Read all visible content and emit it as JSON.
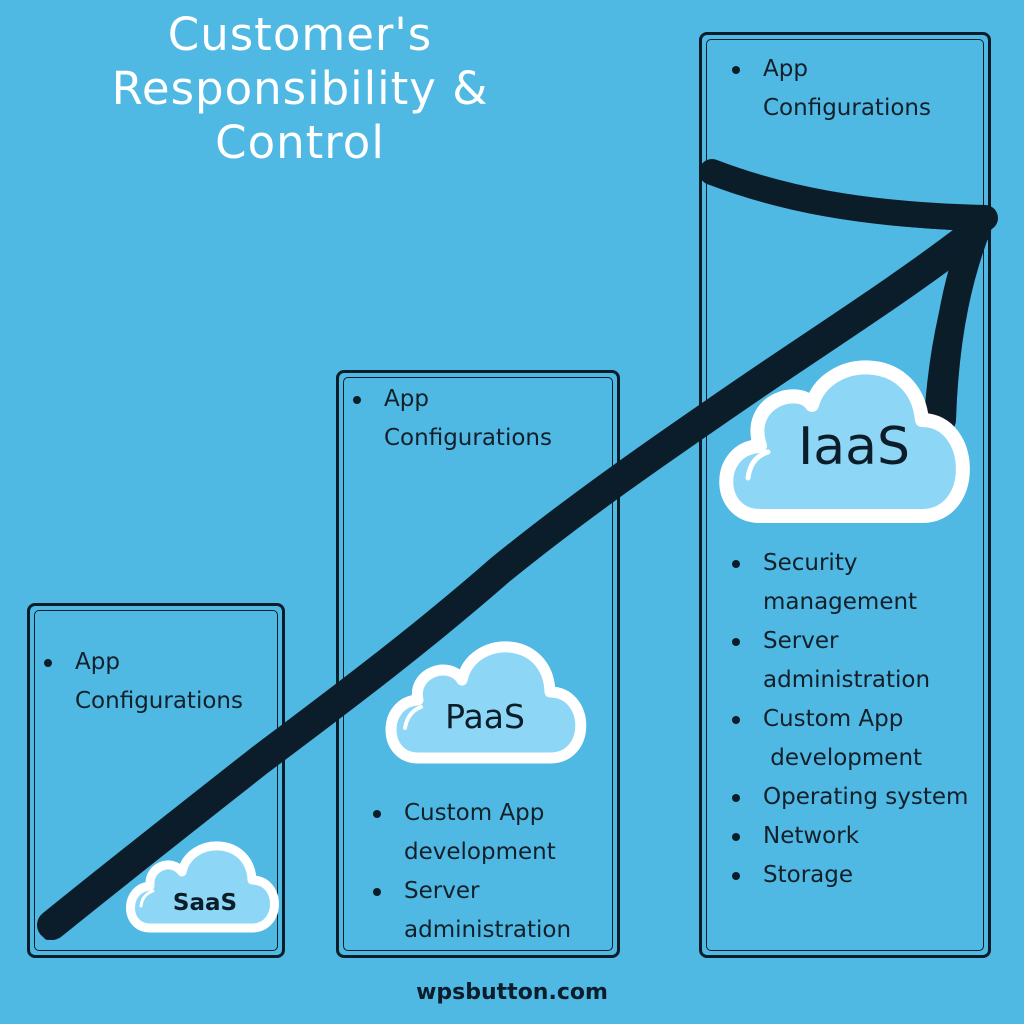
{
  "title": {
    "line1": "Customer's",
    "line2": "Responsibility &",
    "line3": "Control"
  },
  "saas": {
    "label": "SaaS",
    "top_items": [
      "App",
      "Configurations"
    ]
  },
  "paas": {
    "label": "PaaS",
    "top_items": [
      "App",
      "Configurations"
    ],
    "bottom_items": [
      "Custom App",
      "development",
      "Server",
      "administration"
    ]
  },
  "iaas": {
    "label": "IaaS",
    "top_items": [
      "App",
      "Configurations"
    ],
    "bottom_items": [
      "Security",
      "management",
      "Server",
      "administration",
      "Custom App",
      " development",
      "Operating system",
      "Network",
      "Storage"
    ]
  },
  "footer": "wpsbutton.com",
  "colors": {
    "background": "#4fb8e3",
    "cloud_fill": "#8dd6f5",
    "cloud_outline": "#ffffff",
    "ink": "#0c1d2a"
  },
  "icons": [
    "cloud-icon",
    "arrow-icon"
  ]
}
